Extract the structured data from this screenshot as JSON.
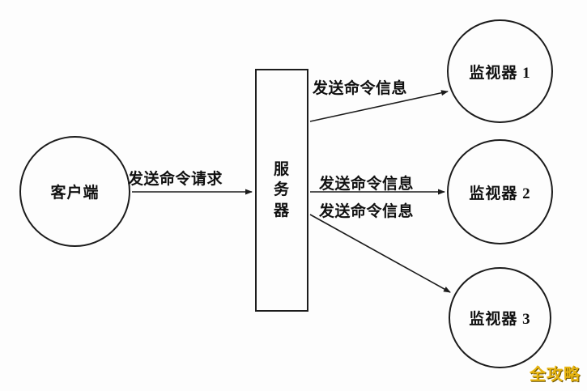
{
  "diagram": {
    "title": "client-server-monitor command flow",
    "nodes": {
      "client": {
        "label": "客户端",
        "shape": "circle"
      },
      "server": {
        "label": "服务器",
        "shape": "rect-vertical-text"
      },
      "monitor1": {
        "label": "监视器 1",
        "shape": "circle"
      },
      "monitor2": {
        "label": "监视器 2",
        "shape": "circle"
      },
      "monitor3": {
        "label": "监视器 3",
        "shape": "circle"
      }
    },
    "edges": {
      "client_to_server": {
        "label": "发送命令请求",
        "from": "client",
        "to": "server"
      },
      "server_to_monitor1": {
        "label": "发送命令信息",
        "from": "server",
        "to": "monitor1"
      },
      "server_to_monitor2": {
        "label": "发送命令信息",
        "from": "server",
        "to": "monitor2"
      },
      "server_to_monitor3": {
        "label": "发送命令信息",
        "from": "server",
        "to": "monitor3"
      }
    },
    "watermark": "全攻略",
    "colors": {
      "stroke": "#1c1c1c",
      "background": "#fdfdfd",
      "watermark": "#e8b510"
    }
  }
}
